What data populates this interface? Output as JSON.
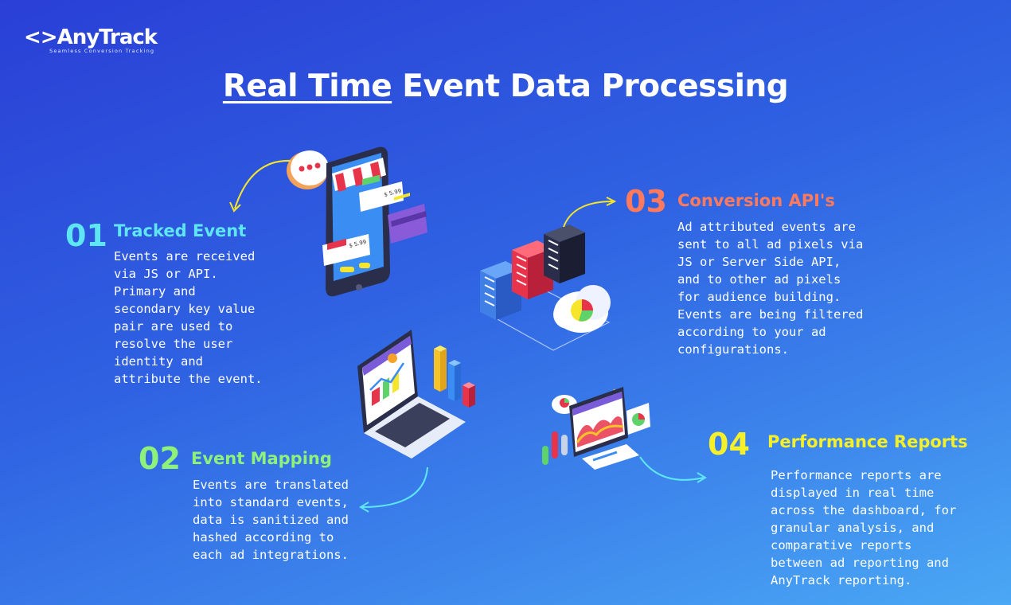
{
  "logo": {
    "brand": "<>AnyTrack",
    "tagline": "Seamless Conversion Tracking"
  },
  "title": {
    "underlined": "Real Time",
    "rest": " Event Data Processing"
  },
  "steps": [
    {
      "number": "01",
      "heading": "Tracked Event",
      "color": "#5ee6f2",
      "text": "Events are received\nvia JS or API.\nPrimary and\nsecondary key value\npair are used to\nresolve the user\nidentity and\nattribute the event."
    },
    {
      "number": "02",
      "heading": "Event Mapping",
      "color": "#8ef27a",
      "text": "Events are translated\ninto standard events,\ndata is sanitized and\nhashed according to\neach ad integrations."
    },
    {
      "number": "03",
      "heading": "Conversion API's",
      "color": "#ff7a5c",
      "text": "Ad attributed events are\nsent to all ad pixels via\nJS or Server Side API,\nand to other ad pixels\nfor audience building.\nEvents are being filtered\naccording to your ad\nconfigurations."
    },
    {
      "number": "04",
      "heading": "Performance Reports",
      "color": "#f6f02a",
      "text": "Performance reports are\ndisplayed in real time\nacross the dashboard, for\ngranular analysis, and\ncomparative reports\nbetween ad reporting and\nAnyTrack reporting."
    }
  ],
  "illustrations": {
    "price_tag_1": "$ 5.99",
    "price_tag_2": "$ 5.99",
    "accent_yellow": "#f6e52a",
    "accent_cyan": "#5ee6f2"
  }
}
